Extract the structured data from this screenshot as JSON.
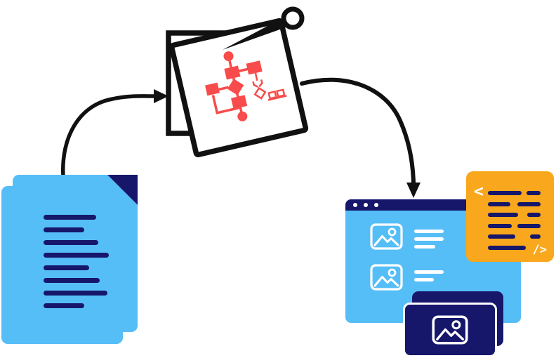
{
  "title": "documents-to-website-generation-illustration",
  "colors": {
    "light_blue": "#56BEF7",
    "navy": "#16176B",
    "orange": "#F9A71C",
    "red": "#F84B4B",
    "black": "#111111",
    "white": "#FFFFFF"
  },
  "document": {
    "icon": "document-stack-icon",
    "pages": 2,
    "lines": [
      75,
      58,
      78,
      93,
      65,
      80,
      91,
      58
    ]
  },
  "processor": {
    "icon": "flowchart-pinned-note-icon",
    "description": "tilted pinned note with red flowchart over square frame"
  },
  "arrows": {
    "left": "curved-arrow-document-to-flowchart",
    "right": "curved-arrow-flowchart-to-browser"
  },
  "browser": {
    "icon": "browser-window-icon",
    "window_dots": 3,
    "rows": [
      {
        "thumbnail": "image-placeholder-icon",
        "lines": [
          42,
          42,
          30
        ]
      },
      {
        "thumbnail": "image-placeholder-icon",
        "lines": [
          42,
          28
        ]
      }
    ]
  },
  "code_panel": {
    "icon": "code-block-icon",
    "open_bracket": "<",
    "close_bracket": "/>",
    "rows": [
      [
        48,
        20
      ],
      [
        32,
        33
      ],
      [
        43,
        19
      ],
      [
        34,
        33
      ],
      [
        39,
        15
      ],
      [
        54
      ]
    ]
  },
  "image_cards": {
    "icon": "photo-stack-icon",
    "cards": 2
  }
}
